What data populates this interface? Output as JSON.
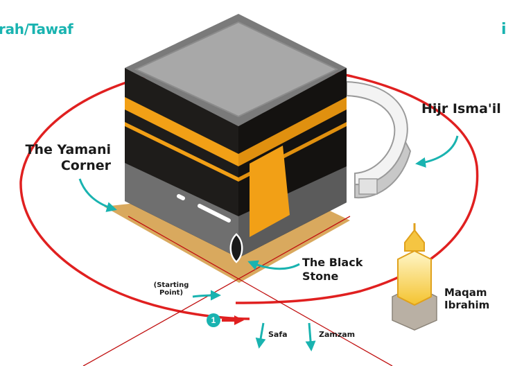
{
  "heading": "rah/Tawaf",
  "brand_mark": "i",
  "labels": {
    "yamani_corner": "The Yamani\nCorner",
    "hijr_ismail": "Hijr Isma'il",
    "black_stone": "The Black\nStone",
    "maqam_ibrahim": "Maqam\nIbrahim",
    "starting_point": "(Starting\nPoint)",
    "safa": "Safa",
    "zamzam": "Zamzam"
  },
  "step_marker": "1",
  "colors": {
    "accent_teal": "#19b3b0",
    "circuit_red": "#e02020",
    "kaaba_black": "#1e1c1a",
    "kiswah_gold": "#f2a016",
    "ground_tan": "#d9a95e"
  }
}
